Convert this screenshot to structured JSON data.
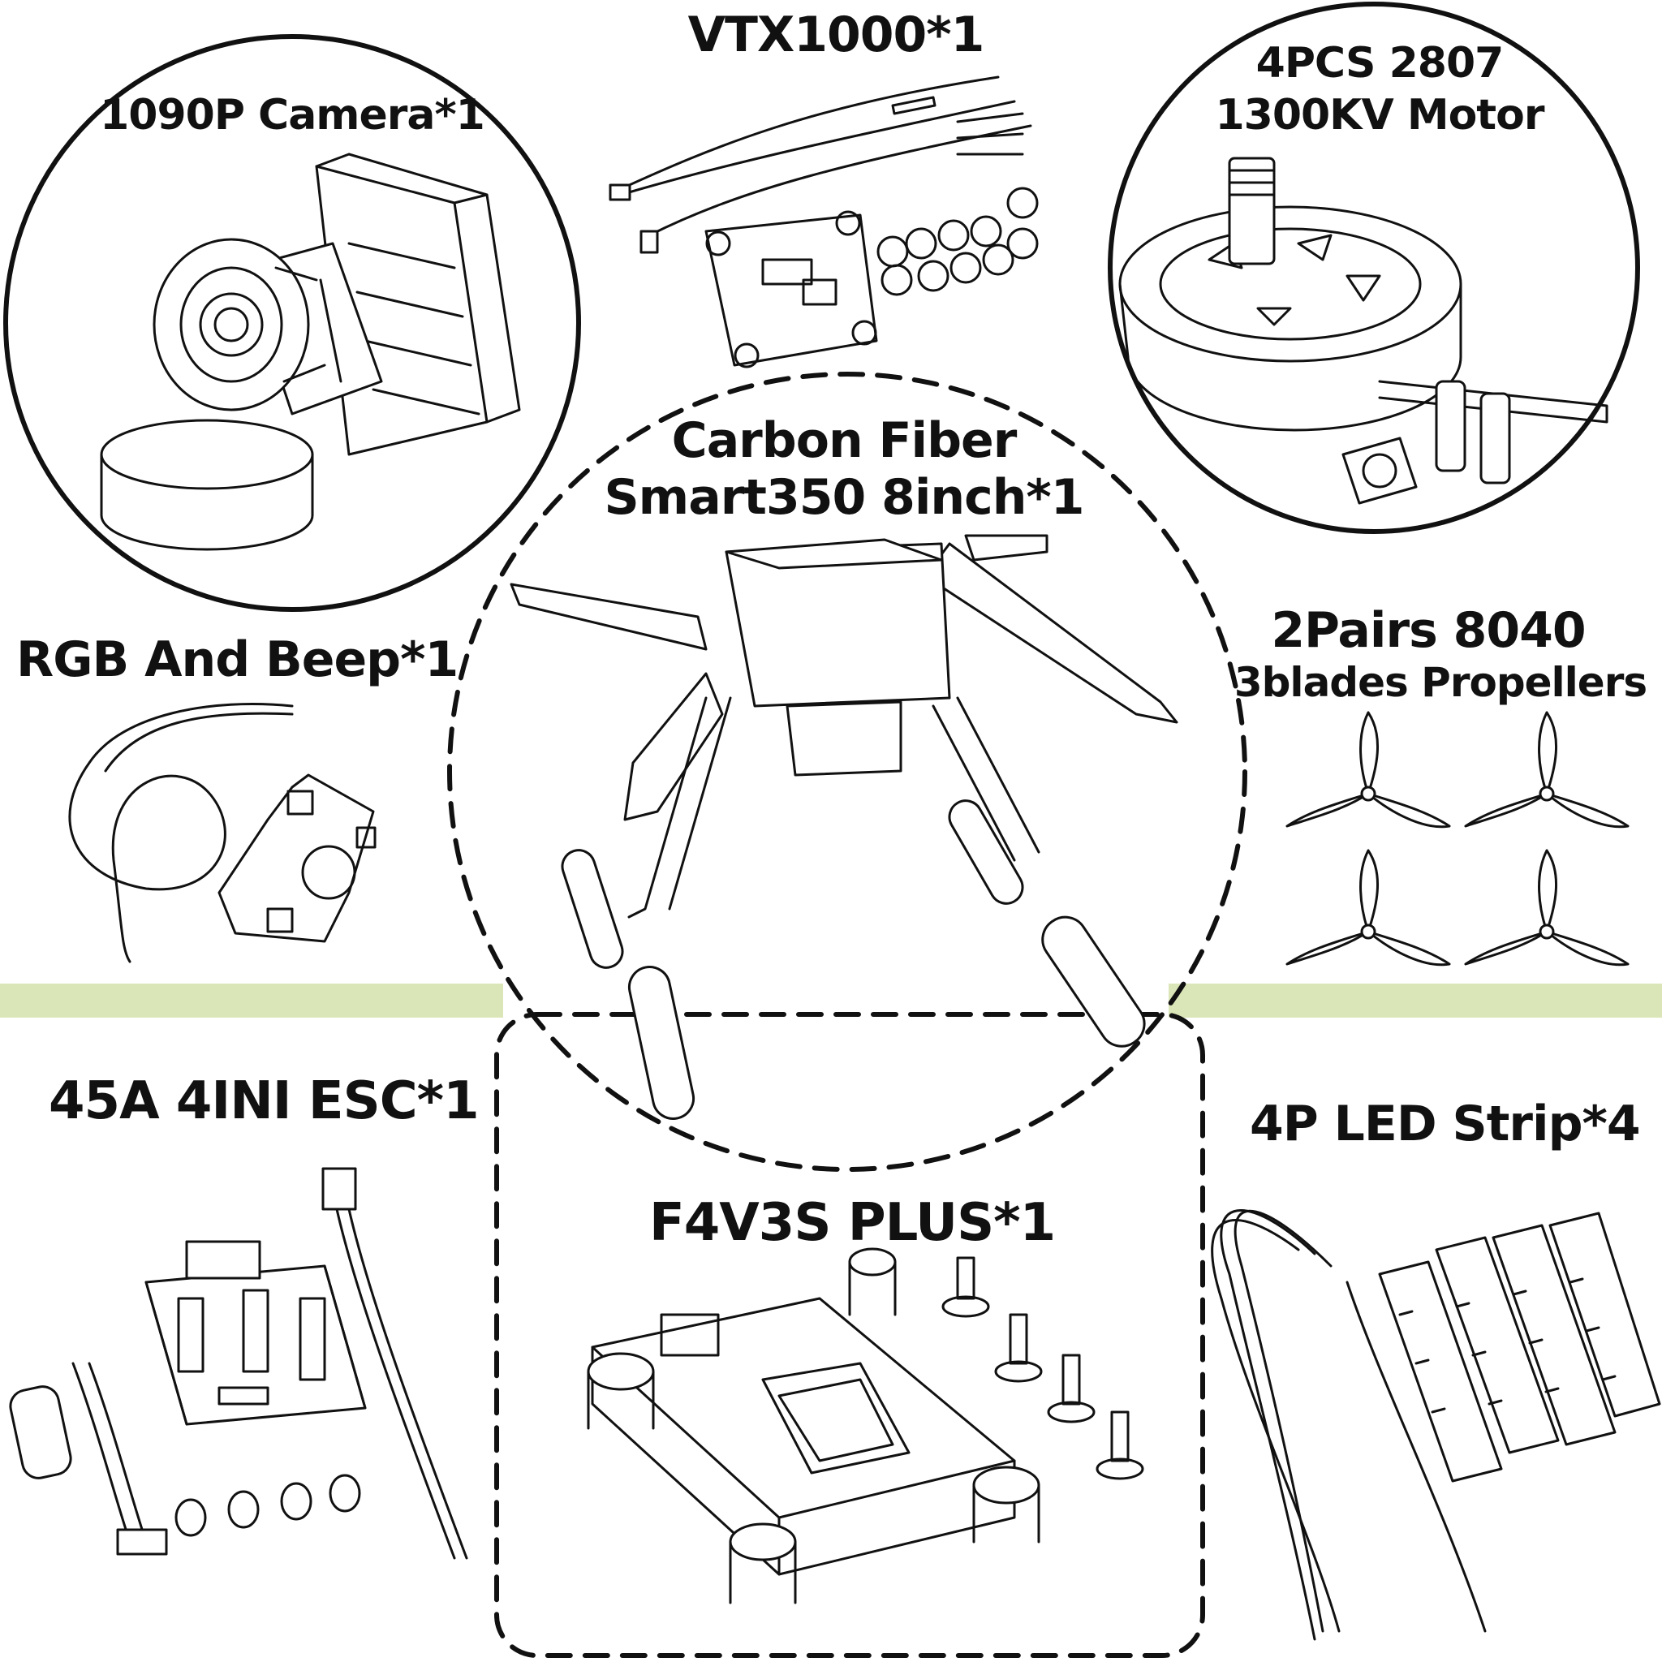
{
  "theme": {
    "ink": "#111111",
    "band": "#dbe6b8",
    "background": "#ffffff"
  },
  "items": {
    "camera": {
      "label": "1090P Camera*1",
      "icon": "camera-icon"
    },
    "vtx": {
      "label": "VTX1000*1",
      "icon": "video-transmitter-icon"
    },
    "motor": {
      "line1": "4PCS 2807",
      "line2": "1300KV Motor",
      "icon": "motor-icon"
    },
    "frame": {
      "line1": "Carbon Fiber",
      "line2": "Smart350 8inch*1",
      "icon": "drone-frame-icon"
    },
    "rgb_beep": {
      "label": "RGB And Beep*1",
      "icon": "buzzer-icon"
    },
    "propellers": {
      "line1": "2Pairs 8040",
      "line2": "3blades Propellers",
      "icon": "propeller-icon"
    },
    "esc": {
      "label": "45A 4INI ESC*1",
      "icon": "esc-board-icon"
    },
    "flight_controller": {
      "label": "F4V3S PLUS*1",
      "icon": "flight-controller-icon"
    },
    "led_strip": {
      "label": "4P LED Strip*4",
      "icon": "led-strip-icon"
    }
  }
}
